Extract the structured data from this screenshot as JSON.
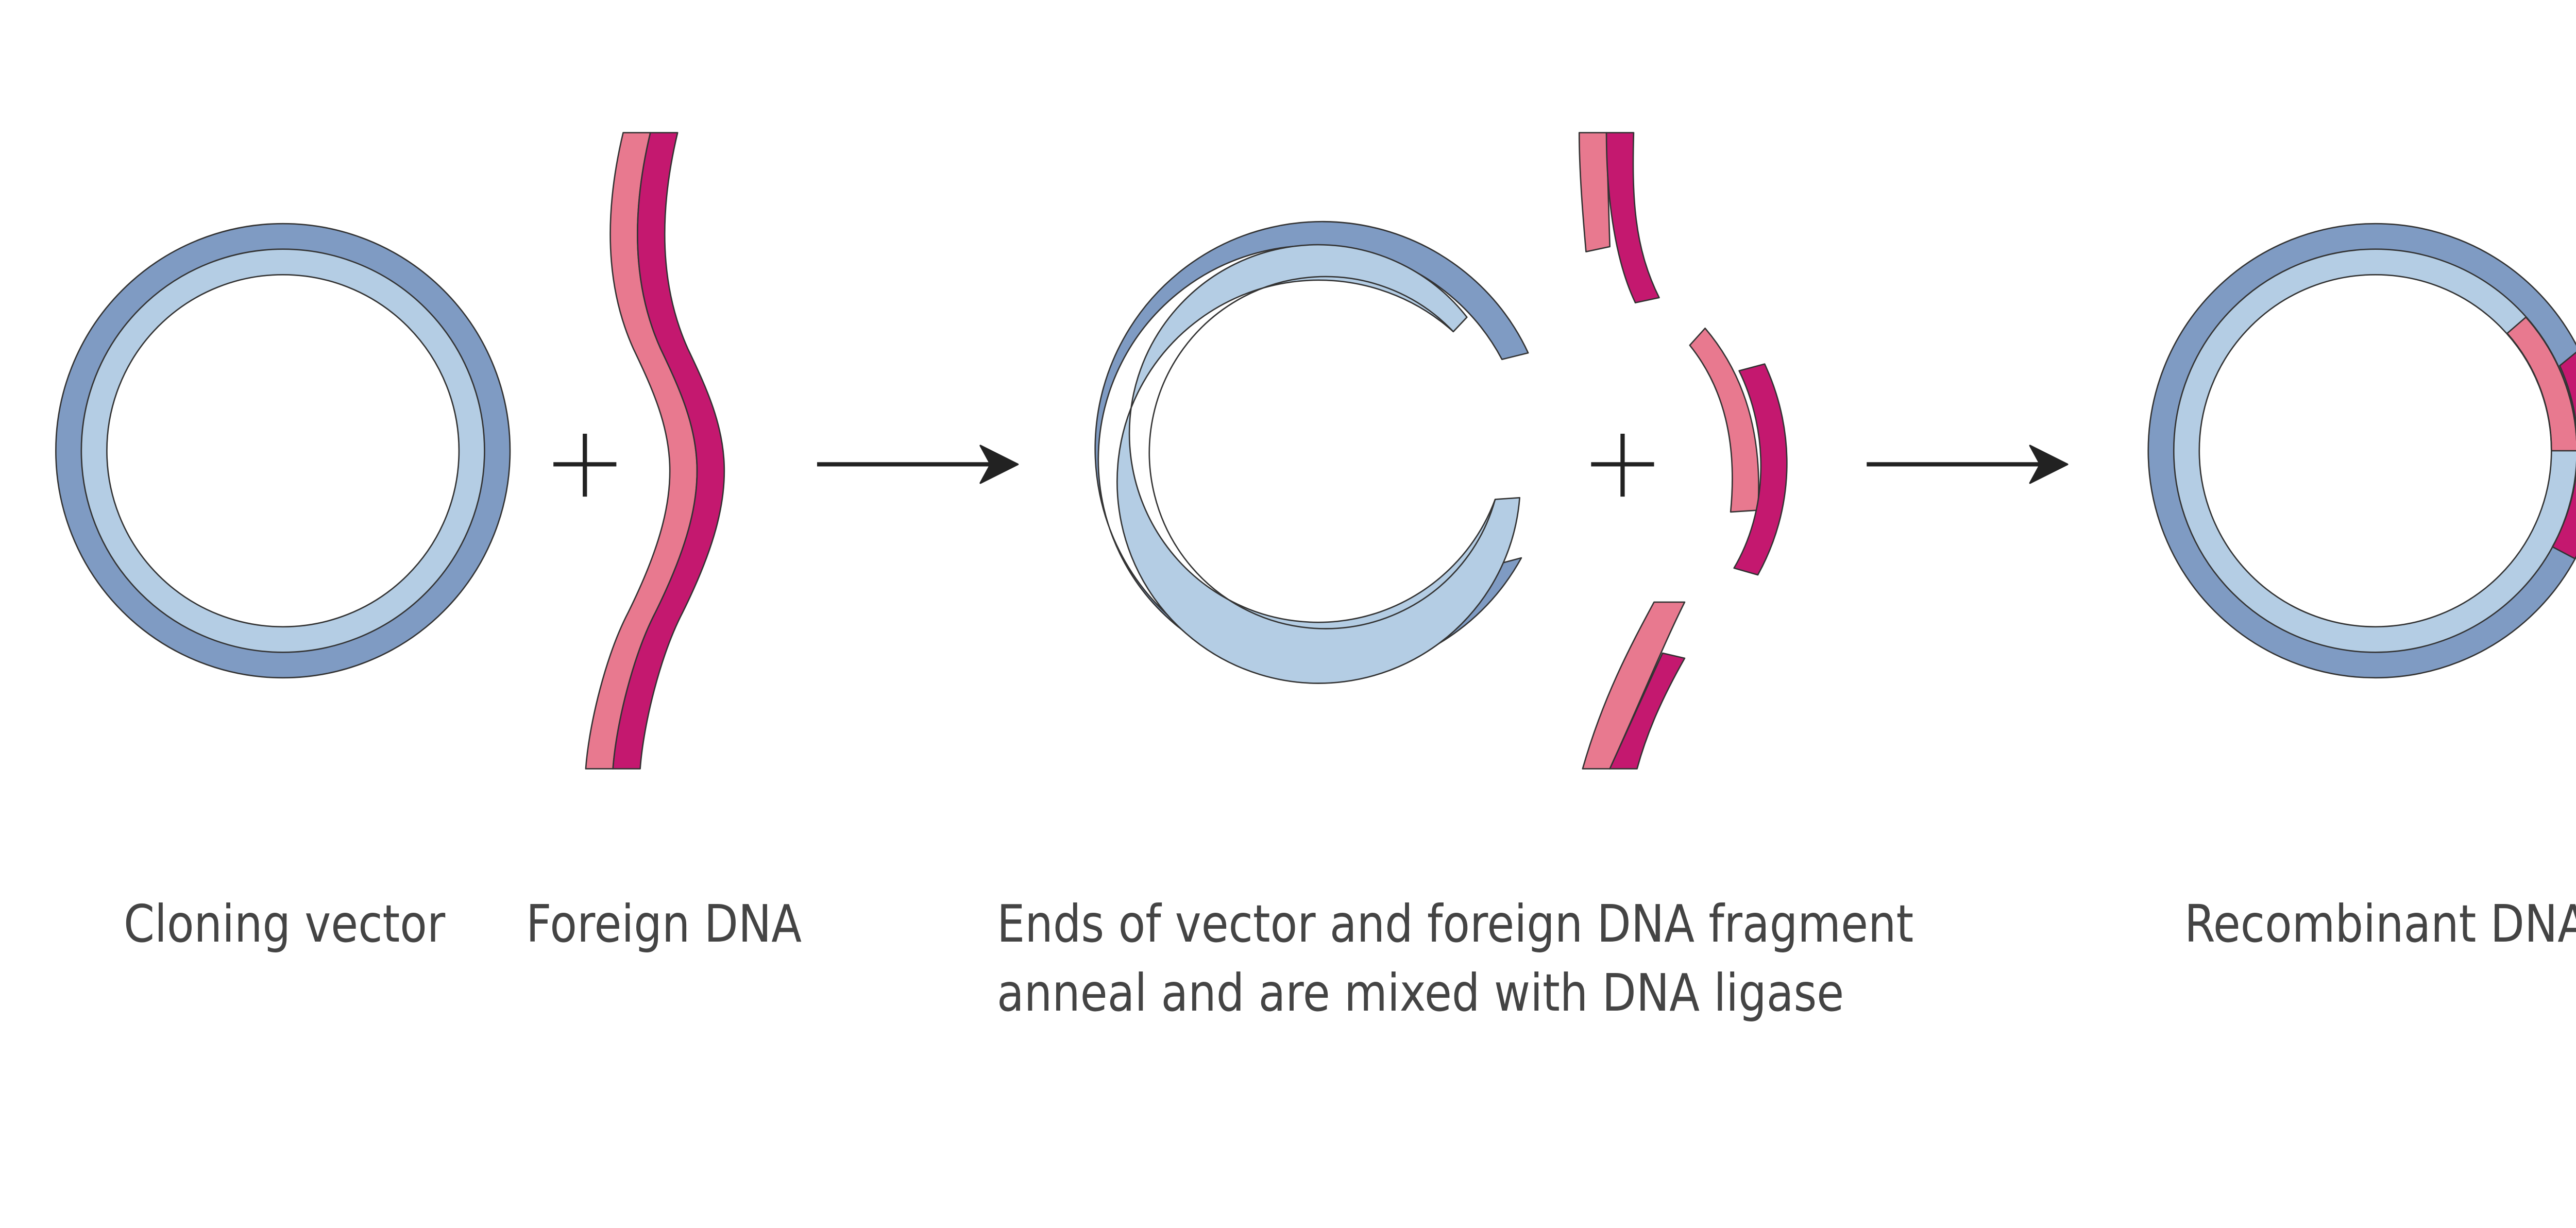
{
  "captions": {
    "cloning_vector": "Cloning vector",
    "foreign_dna": "Foreign DNA",
    "ends_line1": "Ends of vector and foreign DNA fragment",
    "ends_line2": "anneal and are mixed with DNA ligase",
    "recombinant_dna": "Recombinant DNA"
  },
  "colors": {
    "vector_outer_strand": "#7f9bc3",
    "vector_inner_strand": "#b4cde4",
    "foreign_light_strand": "#e8798f",
    "foreign_dark_strand": "#c4186f",
    "outline": "#333333",
    "arrow": "#222222"
  }
}
